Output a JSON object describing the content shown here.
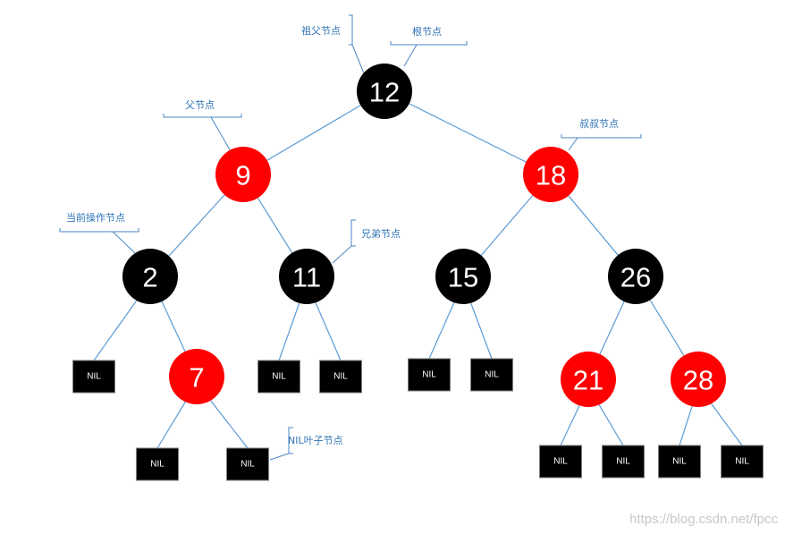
{
  "nodes": [
    {
      "id": "n12",
      "value": "12",
      "color": "black"
    },
    {
      "id": "n9",
      "value": "9",
      "color": "red"
    },
    {
      "id": "n18",
      "value": "18",
      "color": "red"
    },
    {
      "id": "n2",
      "value": "2",
      "color": "black"
    },
    {
      "id": "n11",
      "value": "11",
      "color": "black"
    },
    {
      "id": "n15",
      "value": "15",
      "color": "black"
    },
    {
      "id": "n26",
      "value": "26",
      "color": "black"
    },
    {
      "id": "n7",
      "value": "7",
      "color": "red"
    },
    {
      "id": "n21",
      "value": "21",
      "color": "red"
    },
    {
      "id": "n28",
      "value": "28",
      "color": "red"
    }
  ],
  "nil_label": "NIL",
  "edges": [
    [
      "n12",
      "n9"
    ],
    [
      "n12",
      "n18"
    ],
    [
      "n9",
      "n2"
    ],
    [
      "n9",
      "n11"
    ],
    [
      "n18",
      "n15"
    ],
    [
      "n18",
      "n26"
    ],
    [
      "n2",
      "nil1"
    ],
    [
      "n2",
      "n7"
    ],
    [
      "n7",
      "nil2"
    ],
    [
      "n7",
      "nil3"
    ],
    [
      "n11",
      "nil4"
    ],
    [
      "n11",
      "nil5"
    ],
    [
      "n15",
      "nil6"
    ],
    [
      "n15",
      "nil7"
    ],
    [
      "n26",
      "n21"
    ],
    [
      "n26",
      "n28"
    ],
    [
      "n21",
      "nil8"
    ],
    [
      "n21",
      "nil9"
    ],
    [
      "n28",
      "nil10"
    ],
    [
      "n28",
      "nil11"
    ]
  ],
  "callouts": {
    "grandparent": "祖父节点",
    "root": "根节点",
    "parent": "父节点",
    "uncle": "叔叔节点",
    "current": "当前操作节点",
    "sibling": "兄弟节点",
    "nil_leaf": "NIL叶子节点"
  },
  "watermark": "https://blog.csdn.net/fpcc",
  "colors": {
    "red": "#ff0000",
    "black": "#000000",
    "edge": "#5b9bd5",
    "callout": "#2e74b5"
  }
}
